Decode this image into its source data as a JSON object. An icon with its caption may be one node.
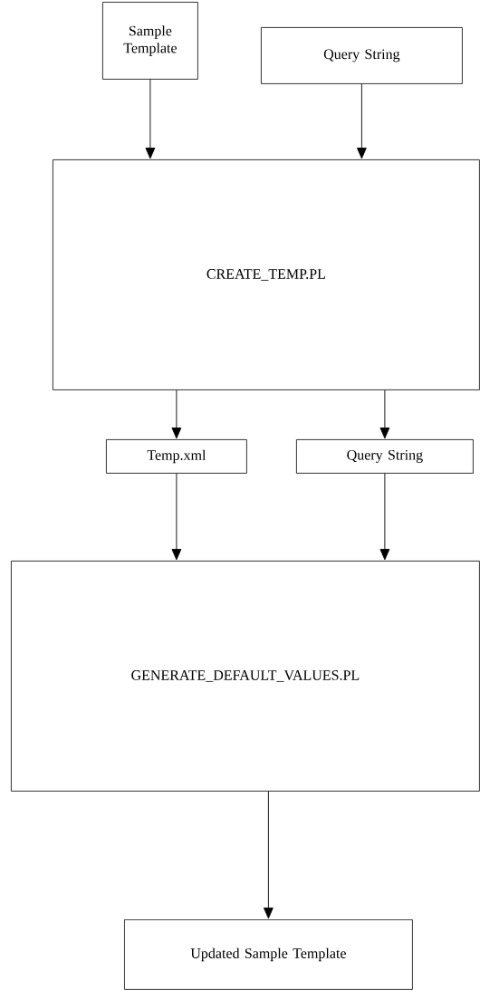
{
  "diagram": {
    "nodes": [
      {
        "text": [
          "Sample Template"
        ]
      },
      {
        "text": [
          "Query String"
        ]
      },
      {
        "text": [
          "CREATE_TEMP.PL"
        ]
      },
      {
        "text": [
          "Temp.xml"
        ]
      },
      {
        "text": [
          "Query String"
        ]
      },
      {
        "text": [
          "GENERATE_DEFAULT_VALUES.PL"
        ]
      },
      {
        "text": [
          "Updated Sample Template"
        ]
      }
    ],
    "edges": [
      {
        "from": 0,
        "to": 2,
        "arrow": "to"
      },
      {
        "from": 1,
        "to": 2,
        "arrow": "to"
      },
      {
        "from": 2,
        "to": 3,
        "arrow": "to"
      },
      {
        "from": 2,
        "to": 4,
        "arrow": "to"
      },
      {
        "from": 3,
        "to": 5,
        "arrow": "to"
      },
      {
        "from": 4,
        "to": 5,
        "arrow": "to"
      },
      {
        "from": 5,
        "to": 6,
        "arrow": "to"
      }
    ]
  }
}
